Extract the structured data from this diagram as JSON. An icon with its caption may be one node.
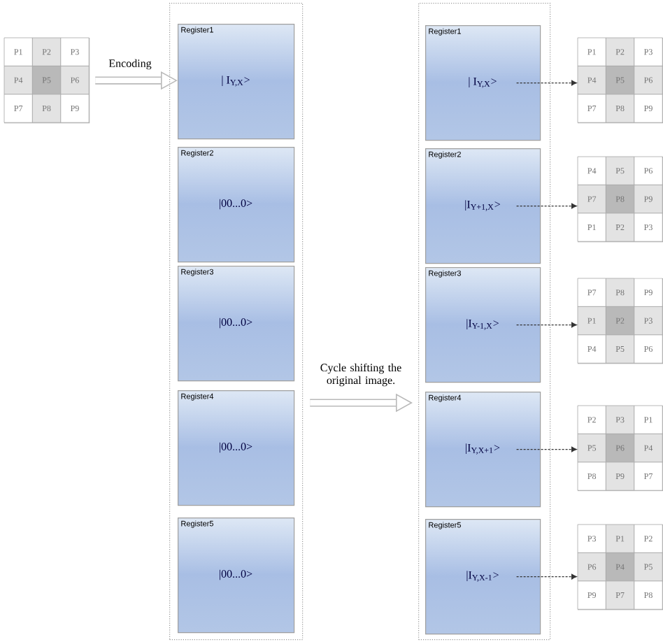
{
  "diagram": {
    "nodes": [
      {
        "text": [
          "P1",
          "P2",
          "P3",
          "P4",
          "P5",
          "P6",
          "P7",
          "P8",
          "P9"
        ]
      },
      {
        "text": [],
        "shape": "box"
      },
      {
        "text": [
          "Register1",
          "| I$_{Y,X}$>"
        ],
        "in": 1
      },
      {
        "text": [
          "Register2",
          "|00...0>"
        ],
        "in": 1
      },
      {
        "text": [
          "Register3",
          "|00...0>"
        ],
        "in": 1
      },
      {
        "text": [
          "Register4",
          "|00...0>"
        ],
        "in": 1
      },
      {
        "text": [
          "Register5",
          "|00...0>"
        ],
        "in": 1
      },
      {
        "text": [],
        "shape": "box"
      },
      {
        "text": [
          "Register1",
          "| I$_{Y,X}$>"
        ],
        "in": 7
      },
      {
        "text": [
          "Register2",
          "|I$_{Y+1,X}$>"
        ],
        "in": 7
      },
      {
        "text": [
          "Register3",
          "|I$_{Y-1,X}$>"
        ],
        "in": 7
      },
      {
        "text": [
          "Register4",
          "|I$_{Y,X+1}$>"
        ],
        "in": 7
      },
      {
        "text": [
          "Register5",
          "|I$_{Y,X-1}$>"
        ],
        "in": 7
      },
      {
        "text": [
          "P1",
          "P2",
          "P3",
          "P4",
          "P5",
          "P6",
          "P7",
          "P8",
          "P9"
        ]
      },
      {
        "text": [
          "P4",
          "P5",
          "P6",
          "P7",
          "P8",
          "P9",
          "P1",
          "P2",
          "P3"
        ]
      },
      {
        "text": [
          "P7",
          "P8",
          "P9",
          "P1",
          "P2",
          "P3",
          "P4",
          "P5",
          "P6"
        ]
      },
      {
        "text": [
          "P2",
          "P3",
          "P1",
          "P5",
          "P6",
          "P4",
          "P8",
          "P9",
          "P7"
        ]
      },
      {
        "text": [
          "P3",
          "P1",
          "P2",
          "P6",
          "P4",
          "P5",
          "P9",
          "P7",
          "P8"
        ]
      }
    ],
    "edges": [
      {
        "from": 0,
        "to": 2,
        "arrow": "to",
        "label": "Encoding",
        "style": "thick",
        "color": "#b9b9b9"
      },
      {
        "from": 1,
        "to": 7,
        "arrow": "to",
        "label": "Cycle shifting the original image.",
        "style": "thick",
        "color": "#b9b9b9"
      },
      {
        "from": 8,
        "to": 13,
        "arrow": "to",
        "style": "dashed"
      },
      {
        "from": 9,
        "to": 14,
        "arrow": "to",
        "style": "dashed"
      },
      {
        "from": 10,
        "to": 15,
        "arrow": "to",
        "style": "dashed"
      },
      {
        "from": 11,
        "to": 16,
        "arrow": "to",
        "style": "dashed"
      },
      {
        "from": 12,
        "to": 17,
        "arrow": "to",
        "style": "dashed"
      }
    ]
  }
}
